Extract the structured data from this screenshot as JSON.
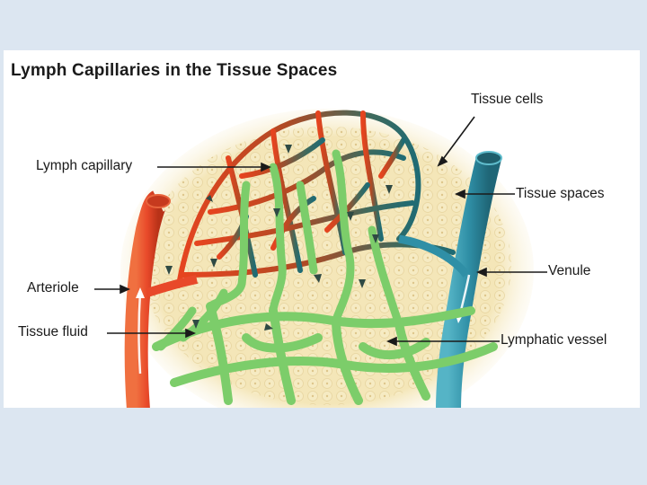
{
  "slide": {
    "background": "#dce6f1",
    "panel_background": "#ffffff"
  },
  "diagram": {
    "title": "Lymph Capillaries in the Tissue Spaces",
    "labels": {
      "tissue_cells": "Tissue cells",
      "lymph_capillary": "Lymph capillary",
      "tissue_spaces": "Tissue spaces",
      "arteriole": "Arteriole",
      "venule": "Venule",
      "tissue_fluid": "Tissue fluid",
      "lymphatic_vessel": "Lymphatic vessel"
    },
    "colors": {
      "tissue_background": "#f4e6b8",
      "lymphatic": "#7ccd6a",
      "arteriole": "#e8492a",
      "venule": "#2f8fa6",
      "capillary_arterial": "#e0502a",
      "capillary_venous": "#1f6b74",
      "flow_arrow": "#2f4a44"
    }
  }
}
